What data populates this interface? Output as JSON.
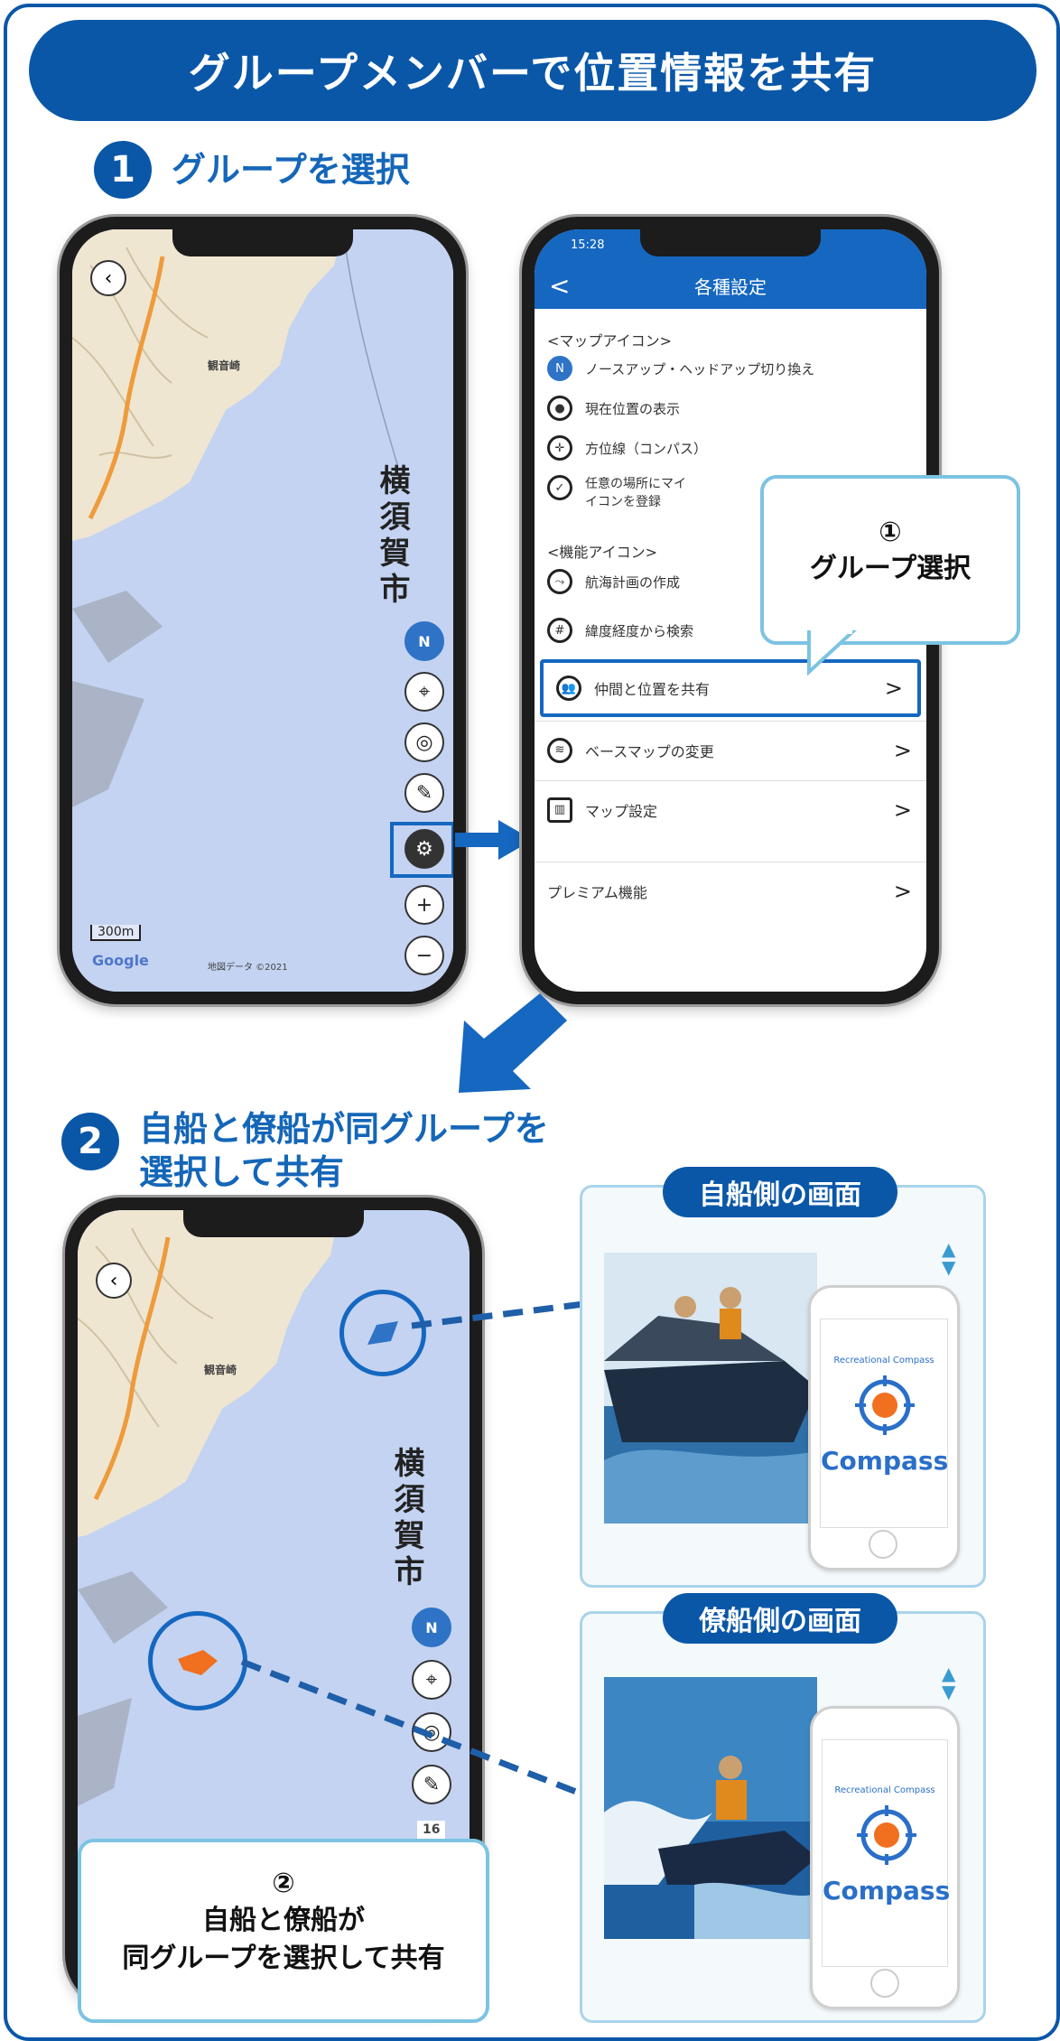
{
  "banner": {
    "title": "グループメンバーで位置情報を共有"
  },
  "step1": {
    "num": "1",
    "title": "グループを選択"
  },
  "step2": {
    "num": "2",
    "title_line1": "自船と僚船が同グループを",
    "title_line2": "選択して共有"
  },
  "map": {
    "city": "横須賀市",
    "place": "観音崎",
    "compass_label": "N",
    "scale": "300m",
    "google": "Google",
    "credit": "地図データ ©2021",
    "zoom_in": "+",
    "zoom_out": "−",
    "back": "‹",
    "zoom_level": "16"
  },
  "settings": {
    "time": "15:28",
    "header": "各種設定",
    "back": "<",
    "section_map": "<マップアイコン>",
    "map_items": [
      {
        "label": "ノースアップ・ヘッドアップ切り換え",
        "icon": "compass-north-icon"
      },
      {
        "label": "現在位置の表示",
        "icon": "location-icon"
      },
      {
        "label": "方位線（コンパス）",
        "icon": "compass-icon"
      },
      {
        "label": "任意の場所にマイ",
        "label2": "イコンを登録",
        "icon": "edit-icon"
      }
    ],
    "section_func": "<機能アイコン>",
    "func_items": [
      {
        "label": "航海計画の作成",
        "icon": "route-icon"
      },
      {
        "label": "緯度経度から検索",
        "icon": "grid-icon"
      }
    ],
    "rows": [
      {
        "label": "仲間と位置を共有",
        "icon": "group-icon"
      },
      {
        "label": "ベースマップの変更",
        "icon": "layers-icon"
      },
      {
        "label": "マップ設定",
        "icon": "map-icon"
      },
      {
        "label": "プレミアム機能",
        "icon": ""
      }
    ],
    "chevron": ">"
  },
  "callout1": {
    "num": "①",
    "text": "グループ選択"
  },
  "callout2": {
    "num": "②",
    "line1": "自船と僚船が",
    "line2": "同グループを選択して共有"
  },
  "panel_own": {
    "title": "自船側の画面"
  },
  "panel_peer": {
    "title": "僚船側の画面"
  },
  "app": {
    "name": "Compass",
    "tagline": "Recreational Compass"
  },
  "colors": {
    "brand": "#0a57a8",
    "accent": "#1567c0",
    "callout_border": "#7cc3e3",
    "boat_own": "#2e73c6",
    "boat_peer": "#f07020"
  }
}
